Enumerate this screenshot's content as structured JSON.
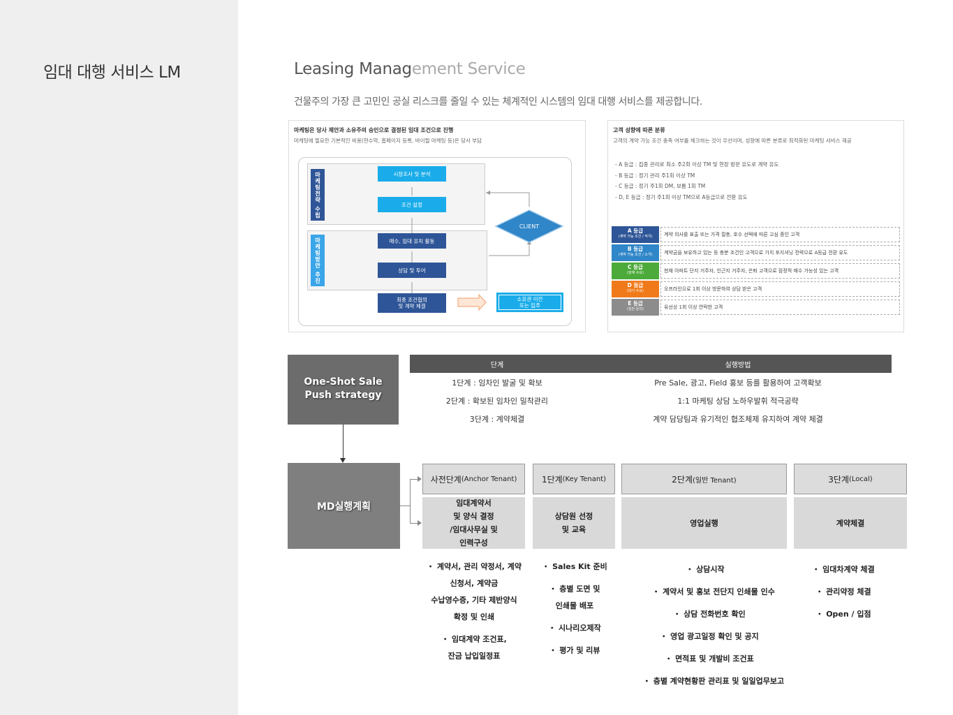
{
  "sidebar": {
    "title": "임대 대행 서비스 LM"
  },
  "header": {
    "title_dark": "Leasing Manag",
    "title_light": "ement Service",
    "subtitle": "건물주의 가장 큰 고민인 공실 리스크를 줄일 수 있는 체계적인 시스템의 임대 대행 서비스를 제공합니다."
  },
  "panel_left": {
    "title": "마케팅은 당사 제안과 소유주의 승인으로 결정된 임대 조건으로 진행",
    "desc": "마케팅에 필요한 기본적인 비용(현수막, 홈페이지 등록, 바이럴 마케팅 등)은 당사 부담",
    "vert1": [
      "마",
      "케",
      "팅",
      "전",
      "략",
      "",
      "수",
      "립"
    ],
    "vert2": [
      "마",
      "케",
      "팅",
      "방",
      "안",
      "",
      "추",
      "진"
    ],
    "box1": "시장조사 및 분석",
    "box2": "조건 설정",
    "box3": "매수, 임대 유치 활동",
    "box4": "상담 및 투어",
    "box5_line1": "최종 조건협의",
    "box5_line2": "및 계약 체결",
    "box6_line1": "소유권 이전",
    "box6_line2": "또는 입주",
    "client": "CLIENT"
  },
  "panel_right": {
    "title": "고객 성향에 따른 분류",
    "desc": "고객의 계약 가능 조건 충족 여부를 체크하는 것이 우선이며, 성향에 따른 분류로 최적화된 마케팅 서비스 제공",
    "list": [
      "- A 등급 : 집중 관리로 최소 주2회 이상 TM 및 현장 방문 유도로 계약 유도",
      "- B 등급 : 정기 관리 주1회 이상 TM",
      "- C 등급 : 정기 주1회 DM, 보름 1회 TM",
      "- D, E 등급 : 정기 주1회 이상 TM으로 A등급으로 전환 유도"
    ],
    "grades": [
      {
        "label": "A 등급",
        "sub": "(계약 가능 조건 / 적극)",
        "desc": "계약 의사를 표출 또는 가격 절충, 호수 선택에 따른 고심 중인 고객",
        "color": "#2e5597"
      },
      {
        "label": "B 등급",
        "sub": "(계약 가능 조건 / 소극)",
        "desc": "계약금을 보유하고 있는 등 충분 조건인 고객으로 가치 포지셔닝 전략으로 A등급 전환 유도",
        "color": "#2f86c8"
      },
      {
        "label": "C 등급",
        "sub": "(잠재 수요)",
        "desc": "현재 아파트 단지 거주자, 인근지 거주자, 은퇴 고객으로 잠정적 매수 가능성 있는 고객",
        "color": "#4caa3a"
      },
      {
        "label": "D 등급",
        "sub": "(대기 수요)",
        "desc": "오프라인으로 1회 이상 방문하여 상담 받은 고객",
        "color": "#f07a1a"
      },
      {
        "label": "E 등급",
        "sub": "(일반 문의)",
        "desc": "유선상 1회 이상 연락한 고객",
        "color": "#8c8c8c"
      }
    ]
  },
  "strategy": {
    "line1": "One-Shot Sale",
    "line2": "Push strategy"
  },
  "stage_table": {
    "col1": "단계",
    "col2": "실행방법",
    "rows": [
      {
        "stage": "1단계 : 임차인 발굴 및 확보",
        "method": "Pre Sale, 광고, Field 홍보 등를 활용하여 고객확보"
      },
      {
        "stage": "2단계 : 확보된 임차인 밀착관리",
        "method": "1:1 마케팅 상담 노하우발휘 적극공략"
      },
      {
        "stage": "3단계 : 계약체결",
        "method": "계약 담당팀과 유기적인 협조체제 유지하여 계약 체결"
      }
    ]
  },
  "md": {
    "title": "MD실행계획",
    "columns": [
      {
        "head": "사전단계",
        "head_sub": "(Anchor Tenant)",
        "body": [
          "임대계약서",
          "및 양식 결정",
          "/임대사무실 및",
          "인력구성"
        ],
        "bullets": [
          "・ 계약서, 관리 약정서, 계약",
          "신청서, 계약금",
          "수납영수증, 기타 제반양식",
          "확정 및 인쇄",
          "・ 임대계약 조건표,",
          "잔금 납입일정표"
        ]
      },
      {
        "head": "1단계",
        "head_sub": "(Key Tenant)",
        "body": [
          "상담원 선정",
          "및 교육"
        ],
        "bullets": [
          "・ Sales Kit 준비",
          "・ 층별 도면 및",
          "인쇄물 배포",
          "・ 시나리오제작",
          "・ 평가 및 리뷰"
        ]
      },
      {
        "head": "2단계",
        "head_sub": "(일반 Tenant)",
        "body": [
          "영업실행"
        ],
        "bullets": [
          "・ 상담시작",
          "・ 계약서 및 홍보 전단지 인쇄물 인수",
          "・ 상담 전화번호 확인",
          "・ 영업 광고일정 확인 및 공지",
          "・ 면적표 및 개발비 조건표",
          "・ 층별 계약현황판 관리표 및 일일업무보고"
        ]
      },
      {
        "head": "3단계",
        "head_sub": "(Local)",
        "body": [
          "계약체결"
        ],
        "bullets": [
          "・ 임대차계약 체결",
          "・ 관리약정 체결",
          "・ Open / 입점"
        ]
      }
    ]
  }
}
